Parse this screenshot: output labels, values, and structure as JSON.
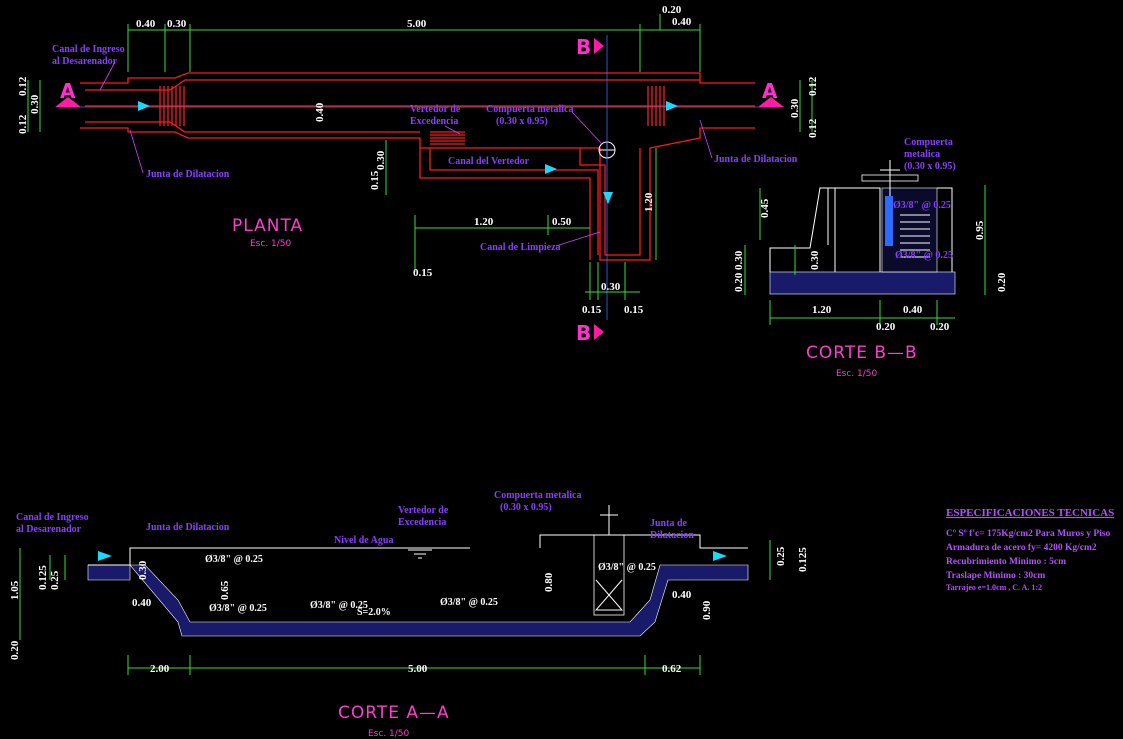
{
  "plan": {
    "title": "PLANTA",
    "scale": "Esc. 1/50",
    "labels": {
      "inlet": [
        "Canal de Ingreso",
        "al Desarenador"
      ],
      "joint_left": "Junta de Dilatacion",
      "joint_right": "Junta de Dilatacion",
      "spillway": [
        "Vertedor de",
        "Excedencia"
      ],
      "gate": [
        "Compuerta metalica",
        "(0.30 x 0.95)"
      ],
      "spill_channel": "Canal del Vertedor",
      "clean_channel": "Canal de Limpieza"
    },
    "dims": {
      "top_a": "0.40",
      "top_b": "0.30",
      "top_c": "5.00",
      "top_d": "0.20",
      "top_e": "0.40",
      "left_a": "0.12",
      "left_b": "0.30",
      "left_c": "0.12",
      "right_a": "0.12",
      "right_b": "0.30",
      "right_c": "0.12",
      "mid_width": "0.40",
      "ch_a": "0.30",
      "ch_b": "0.15",
      "ch_c": "1.20",
      "ch_d": "0.50",
      "ch_e": "0.15",
      "ch_f": "1.20",
      "bot_a": "0.30",
      "bot_b": "0.15",
      "bot_c": "0.15"
    },
    "section_marks": {
      "a": "A",
      "b": "B"
    }
  },
  "section_bb": {
    "title": "CORTE B—B",
    "scale": "Esc. 1/50",
    "labels": {
      "gate": [
        "Compuerta",
        "metalica",
        "(0.30 x 0.95)"
      ],
      "rebar_a": "Ø3/8\" @ 0.25",
      "rebar_b": "Ø3/8\" @ 0.25"
    },
    "dims": {
      "left_a": "0.45",
      "left_b": "0.30",
      "left_c": "0.20",
      "left_d": "0.30",
      "right_a": "0.95",
      "right_b": "0.20",
      "bot_a": "1.20",
      "bot_b": "0.40",
      "bot_c": "0.20",
      "bot_d": "0.20"
    }
  },
  "section_aa": {
    "title": "CORTE A—A",
    "scale": "Esc. 1/50",
    "labels": {
      "inlet": [
        "Canal de Ingreso",
        "al Desarenador"
      ],
      "joint_left": "Junta de Dilatacion",
      "spillway": [
        "Vertedor de",
        "Excedencia"
      ],
      "gate": [
        "Compuerta metalica",
        "(0.30 x 0.95)"
      ],
      "joint_right": [
        "Junta de",
        "Dilatacion"
      ],
      "water": "Nivel de Agua",
      "slope": "S=2.0%",
      "rebar_a": "Ø3/8\" @ 0.25",
      "rebar_b": "Ø3/8\" @ 0.25",
      "rebar_c": "Ø3/8\" @ 0.25",
      "rebar_d": "Ø3/8\" @ 0.25",
      "rebar_e": "Ø3/8\" @ 0.25"
    },
    "dims": {
      "left_a": "1.05",
      "left_b": "0.125",
      "left_c": "0.25",
      "left_d": "0.30",
      "left_e": "0.20",
      "in_a": "0.40",
      "in_b": "0.65",
      "mid": "0.80",
      "right_a": "0.40",
      "right_b": "0.90",
      "far_a": "0.25",
      "far_b": "0.125",
      "bot_a": "2.00",
      "bot_b": "5.00",
      "bot_c": "0.62"
    }
  },
  "specs": {
    "heading": "ESPECIFICACIONES TECNICAS",
    "lines": [
      "Cº Sº f'c= 175Kg/cm2 Para Muros y Piso",
      "Armadura de acero fy= 4200 Kg/cm2",
      "Recubrimiento Minimo : 5cm",
      "Traslape Minimo : 30cm"
    ],
    "small": "Tarrajeo e=1.0cm , C. A. 1:2"
  },
  "colors": {
    "structure": "#ff1a1a",
    "dimension": "#2fe02f",
    "label": "#8a3cff",
    "title": "#ff3ccf",
    "flow_arrow": "#19d9ff",
    "section_marker": "#ff1aa8",
    "concrete": "#1a1a6a"
  }
}
